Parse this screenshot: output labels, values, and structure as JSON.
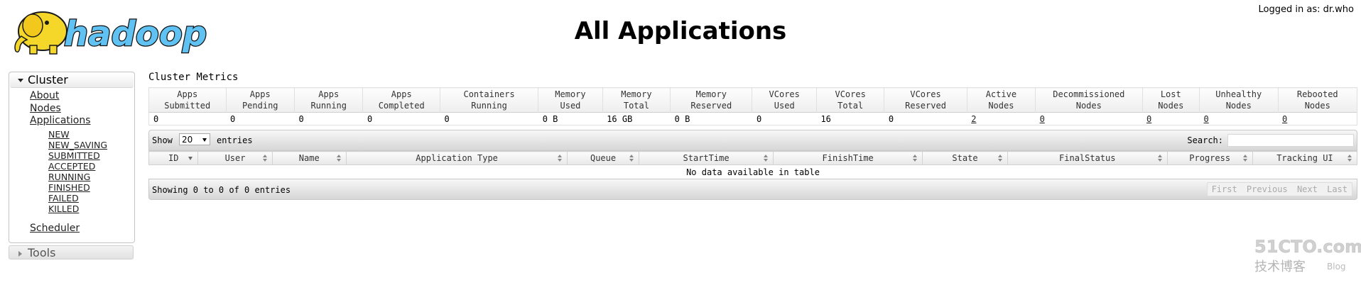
{
  "header": {
    "logo_text": "hadoop",
    "title": "All Applications",
    "logged_in": "Logged in as: dr.who"
  },
  "sidebar": {
    "cluster_label": "Cluster",
    "links": [
      "About",
      "Nodes",
      "Applications"
    ],
    "app_states": [
      "NEW",
      "NEW_SAVING",
      "SUBMITTED",
      "ACCEPTED",
      "RUNNING",
      "FINISHED",
      "FAILED",
      "KILLED"
    ],
    "scheduler": "Scheduler",
    "tools_label": "Tools"
  },
  "metrics": {
    "title": "Cluster Metrics",
    "headers": [
      [
        "Apps",
        "Submitted"
      ],
      [
        "Apps",
        "Pending"
      ],
      [
        "Apps",
        "Running"
      ],
      [
        "Apps",
        "Completed"
      ],
      [
        "Containers",
        "Running"
      ],
      [
        "Memory",
        "Used"
      ],
      [
        "Memory",
        "Total"
      ],
      [
        "Memory",
        "Reserved"
      ],
      [
        "VCores",
        "Used"
      ],
      [
        "VCores",
        "Total"
      ],
      [
        "VCores",
        "Reserved"
      ],
      [
        "Active",
        "Nodes"
      ],
      [
        "Decommissioned",
        "Nodes"
      ],
      [
        "Lost",
        "Nodes"
      ],
      [
        "Unhealthy",
        "Nodes"
      ],
      [
        "Rebooted",
        "Nodes"
      ]
    ],
    "values": [
      "0",
      "0",
      "0",
      "0",
      "0",
      "0 B",
      "16 GB",
      "0 B",
      "0",
      "16",
      "0",
      "2",
      "0",
      "0",
      "0",
      "0"
    ]
  },
  "apps_table": {
    "show_label": "Show",
    "page_size": "20",
    "entries_label": "entries",
    "search_label": "Search:",
    "columns": [
      "ID",
      "User",
      "Name",
      "Application Type",
      "Queue",
      "StartTime",
      "FinishTime",
      "State",
      "FinalStatus",
      "Progress",
      "Tracking UI"
    ],
    "empty_message": "No data available in table",
    "info": "Showing 0 to 0 of 0 entries",
    "pager": [
      "First",
      "Previous",
      "Next",
      "Last"
    ]
  },
  "watermark": {
    "line1": "51CTO.com",
    "line2": "技术博客",
    "line3": "Blog"
  }
}
